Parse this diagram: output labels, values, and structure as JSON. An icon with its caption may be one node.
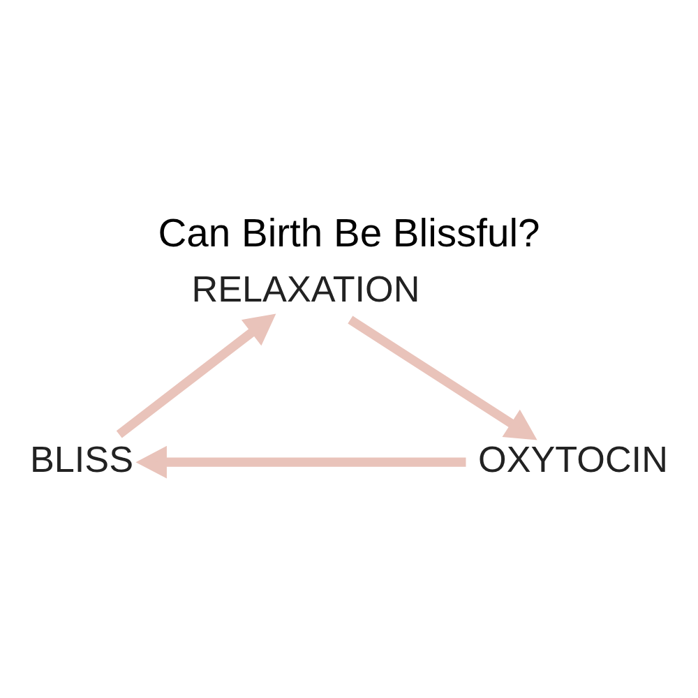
{
  "diagram": {
    "title": "Can Birth Be Blissful?",
    "nodes": [
      {
        "text": [
          "RELAXATION"
        ]
      },
      {
        "text": [
          "BLISS"
        ]
      },
      {
        "text": [
          "OXYTOCIN"
        ]
      }
    ],
    "edges": [
      {
        "from": 0,
        "to": 2,
        "arrow": "to"
      },
      {
        "from": 2,
        "to": 1,
        "arrow": "to"
      },
      {
        "from": 1,
        "to": 0,
        "arrow": "to"
      }
    ]
  }
}
